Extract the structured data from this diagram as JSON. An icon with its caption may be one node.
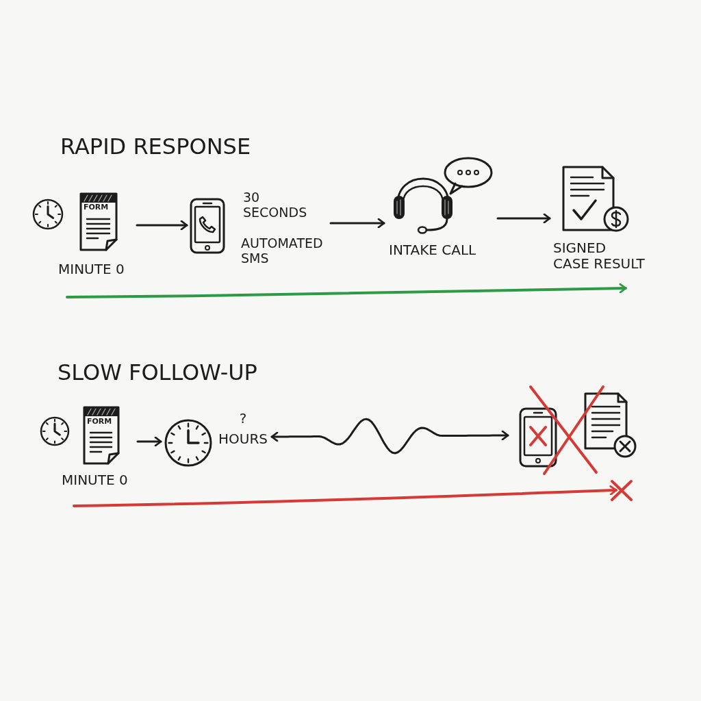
{
  "diagram": {
    "nodes": [
      {
        "text": [
          "FORM",
          "MINUTE 0"
        ]
      },
      {
        "text": [
          "AUTOMATED SMS"
        ],
        "beside": [
          "30 SECONDS"
        ]
      },
      {
        "text": [
          "INTAKE CALL"
        ]
      },
      {
        "text": [
          "SIGNED CASE RESULT"
        ]
      },
      {
        "text": [
          "FORM",
          "MINUTE 0"
        ]
      },
      {
        "text": [],
        "shape": "picture",
        "beside": [
          "? HOURS"
        ]
      },
      {
        "text": [],
        "shape": "picture"
      }
    ],
    "edges": [
      {
        "from": 0,
        "to": 1,
        "arrow": "to"
      },
      {
        "from": 1,
        "to": 2,
        "arrow": "to"
      },
      {
        "from": 2,
        "to": 3,
        "arrow": "to"
      },
      {
        "from": 4,
        "to": 5,
        "arrow": "to"
      },
      {
        "from": 5,
        "to": 6,
        "arrow": "both"
      }
    ],
    "labels": [
      "RAPID RESPONSE",
      "SLOW FOLLOW-UP"
    ]
  }
}
